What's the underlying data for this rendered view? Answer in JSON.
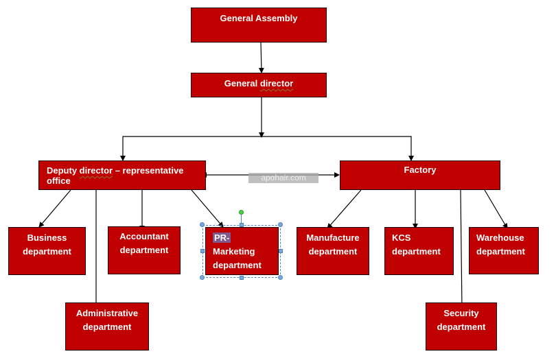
{
  "diagram": {
    "type": "org-chart",
    "nodes": {
      "general_assembly": "General Assembly",
      "general_director": "General director",
      "deputy_director": "Deputy director – representative office",
      "deputy_director_line1_a": "Deputy ",
      "deputy_director_line1_b": "director",
      "deputy_director_line1_c": " – representative",
      "deputy_director_line2": "office",
      "factory": "Factory",
      "business": [
        "Business",
        "department"
      ],
      "accountant": [
        "Accountant",
        "department"
      ],
      "pr_marketing": [
        "PR-",
        "Marketing",
        "department"
      ],
      "administrative": [
        "Administrative",
        "department"
      ],
      "manufacture": [
        "Manufacture",
        "department"
      ],
      "kcs": [
        "KCS",
        "department"
      ],
      "warehouse": [
        "Warehouse",
        "department"
      ],
      "security": [
        "Security",
        "department"
      ]
    },
    "edges": [
      [
        "General Assembly",
        "General director"
      ],
      [
        "General director",
        "Deputy director – representative office"
      ],
      [
        "General director",
        "Factory"
      ],
      [
        "Deputy director – representative office",
        "Factory",
        "bidirectional"
      ],
      [
        "Deputy director – representative office",
        "Business department"
      ],
      [
        "Deputy director – representative office",
        "Administrative department"
      ],
      [
        "Deputy director – representative office",
        "Accountant department"
      ],
      [
        "Deputy director – representative office",
        "PR-Marketing department"
      ],
      [
        "Factory",
        "Manufacture department"
      ],
      [
        "Factory",
        "KCS department"
      ],
      [
        "Factory",
        "Security department"
      ],
      [
        "Factory",
        "Warehouse department"
      ]
    ],
    "colors": {
      "node_fill": "#c00000",
      "node_text": "#ffffff",
      "edge": "#000000",
      "selection": "#4f81bd"
    },
    "selected_node": "PR-Marketing department",
    "watermark": "apohair.com"
  }
}
